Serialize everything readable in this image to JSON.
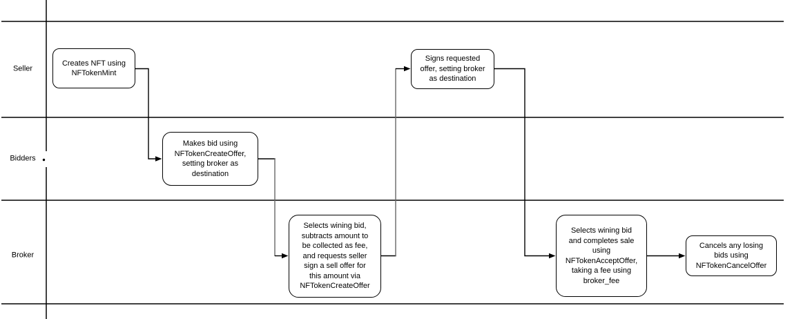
{
  "diagram": {
    "type": "swimlane-flowchart",
    "lanes": {
      "seller": "Seller",
      "bidders": "Bidders",
      "broker": "Broker"
    },
    "nodes": {
      "mint": "Creates NFT using\nNFTokenMint",
      "bid": "Makes bid using\nNFTokenCreateOffer,\nsetting broker as\ndestination",
      "request_sign": "Selects wining bid,\nsubtracts amount to\nbe collected as fee,\nand requests seller\nsign a sell offer for\nthis amount via\nNFTokenCreateOffer",
      "sign_offer": "Signs requested\noffer, setting broker\nas destination",
      "complete_sale": "Selects wining bid\nand completes sale\nusing\nNFTokenAcceptOffer,\ntaking a fee using\nbroker_fee",
      "cancel_bids": "Cancels any losing\nbids using\nNFTokenCancelOffer"
    },
    "colors": {
      "line": "#000000",
      "connector_secondary": "#666666",
      "background": "#ffffff",
      "text": "#000000"
    }
  }
}
